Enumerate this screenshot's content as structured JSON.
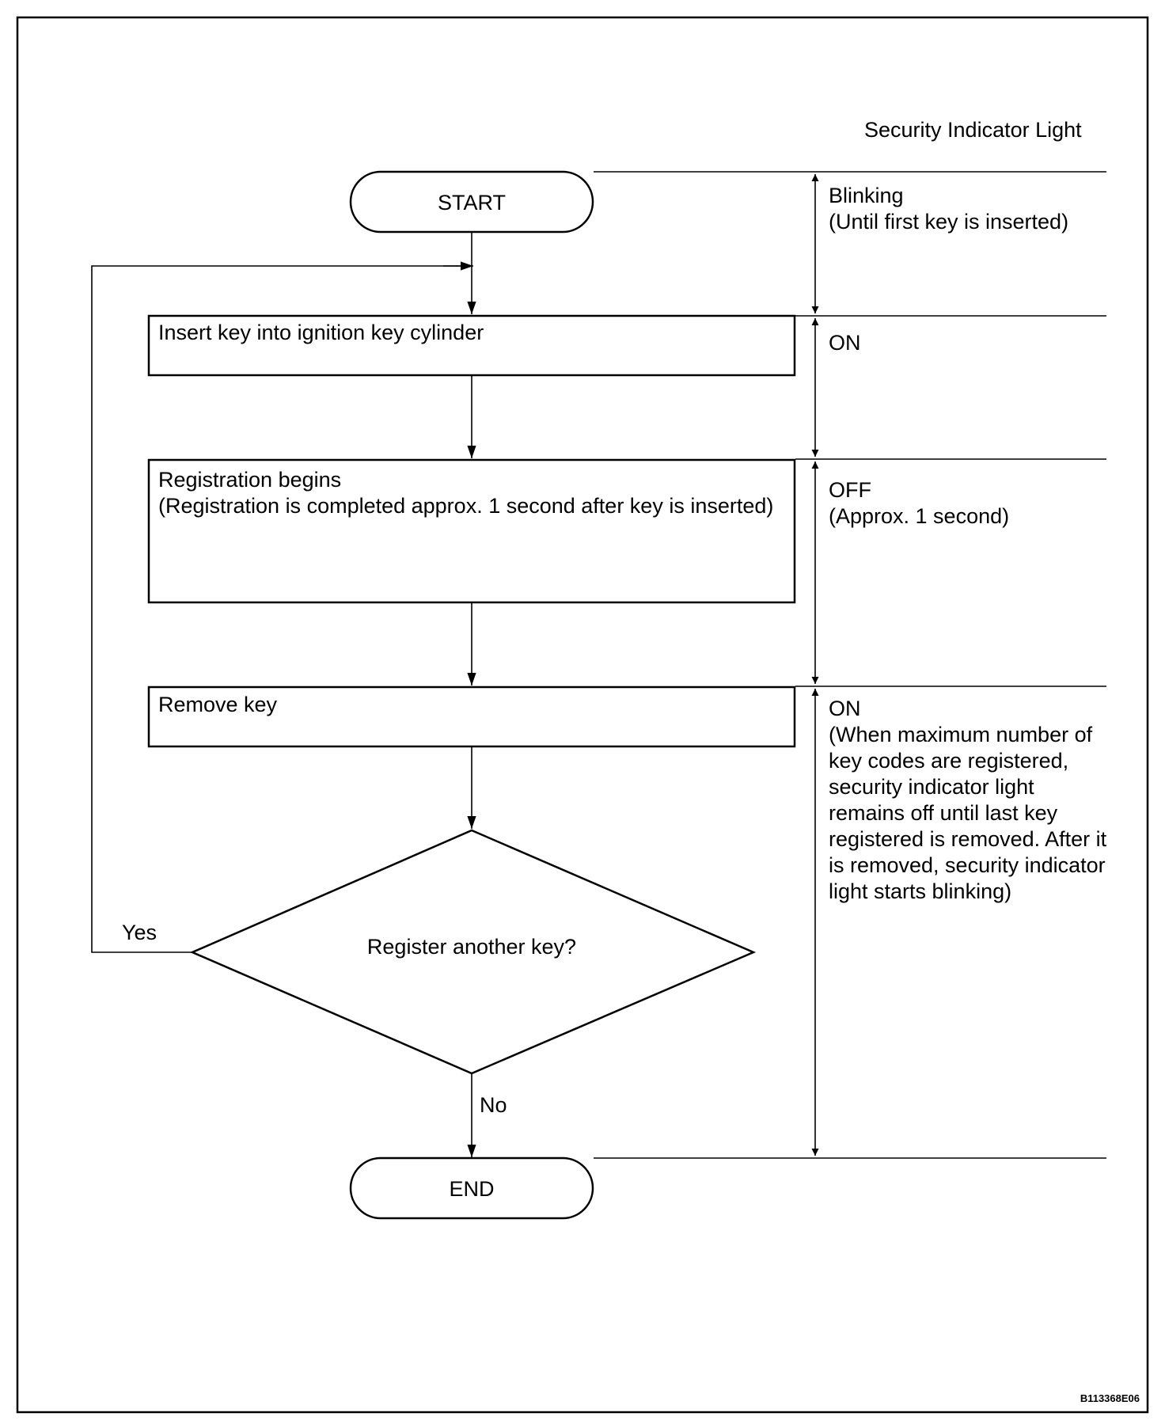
{
  "header": {
    "column_title": "Security Indicator Light"
  },
  "flow": {
    "start": "START",
    "step1": "Insert key into ignition key cylinder",
    "step2_line1": "Registration begins",
    "step2_line2": "(Registration is completed approx. 1 second after key is inserted)",
    "step3": "Remove key",
    "decision": "Register another key?",
    "yes": "Yes",
    "no": "No",
    "end": "END"
  },
  "indicator": {
    "phase1_line1": "Blinking",
    "phase1_line2": "(Until first key is inserted)",
    "phase2": "ON",
    "phase3_line1": "OFF",
    "phase3_line2": "(Approx. 1 second)",
    "phase4_lines": [
      "ON",
      "(When maximum number of",
      "key codes are registered,",
      "security indicator light",
      "remains off until last key",
      "registered is removed. After it",
      "is removed, security indicator",
      "light starts blinking)"
    ]
  },
  "footer": {
    "figure_code": "B113368E06"
  }
}
